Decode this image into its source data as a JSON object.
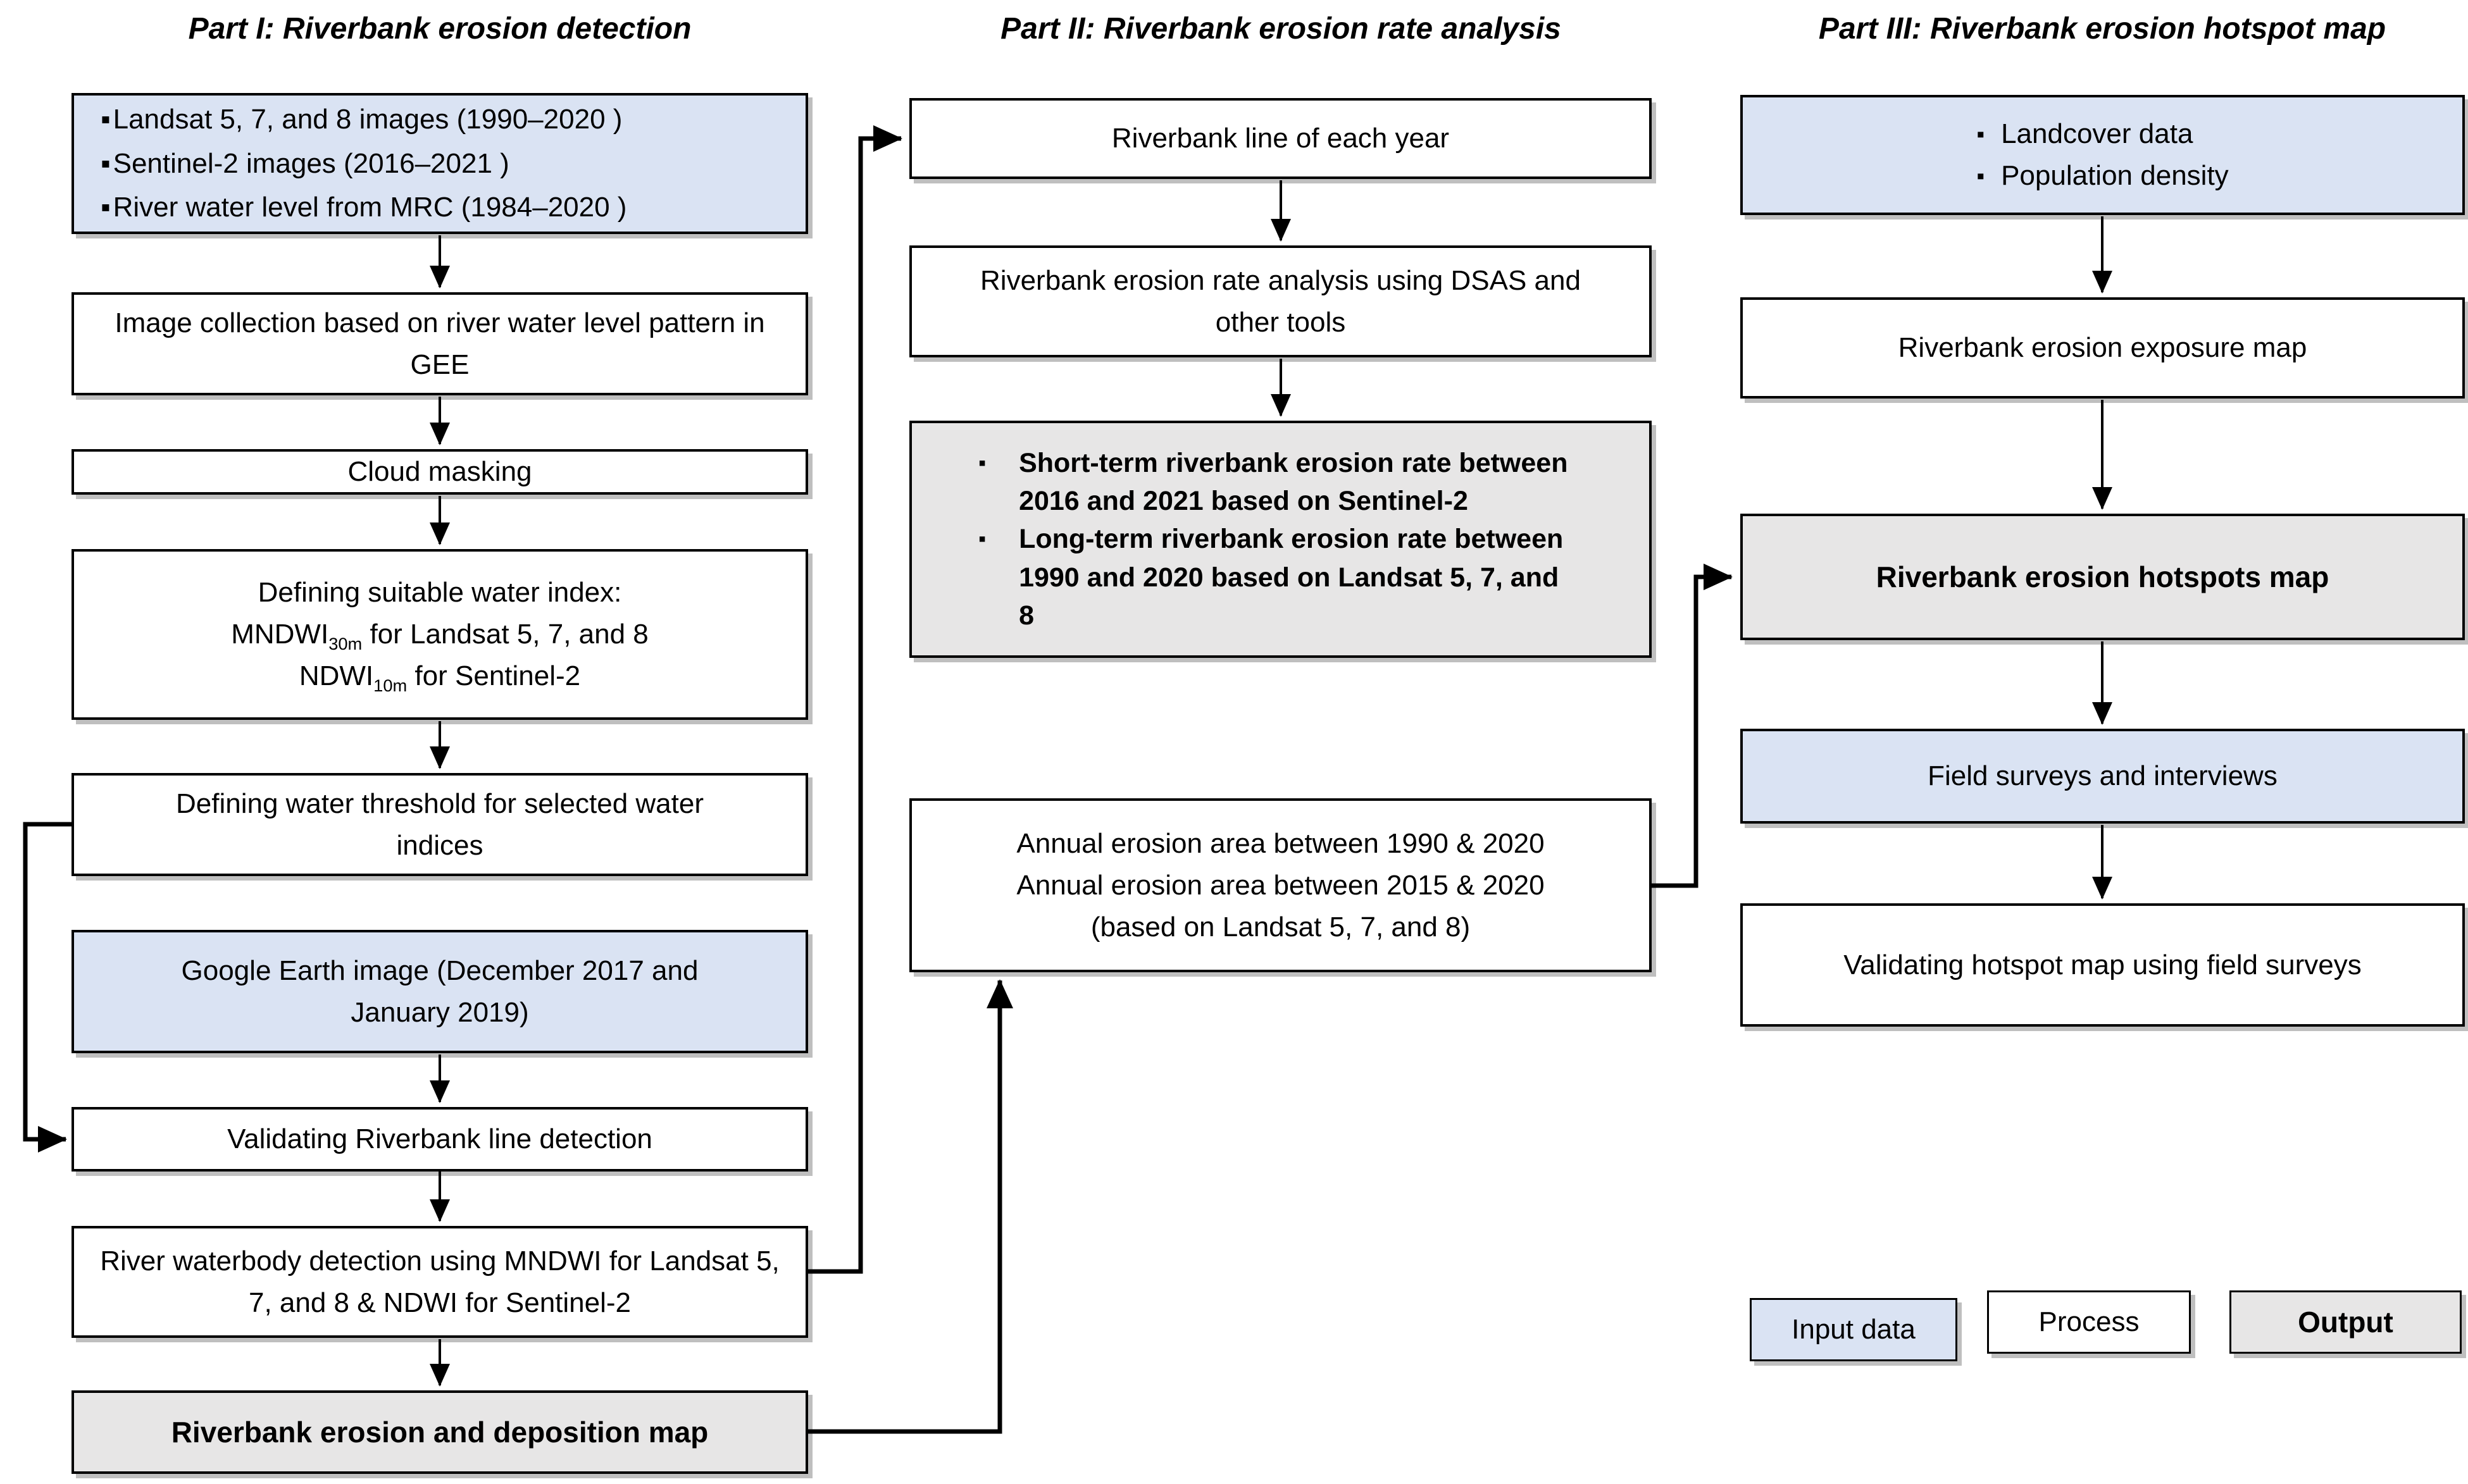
{
  "titles": {
    "part1": "Part I: Riverbank erosion detection",
    "part2": "Part II: Riverbank erosion rate analysis",
    "part3": "Part III: Riverbank erosion hotspot map"
  },
  "left": {
    "inputs": {
      "items": [
        "Landsat 5, 7, and 8 images (1990–2020 )",
        "Sentinel-2 images (2016–2021 )",
        "River water level from MRC (1984–2020 )"
      ]
    },
    "image_collection": "Image collection based on river water level pattern in GEE",
    "cloud_masking": "Cloud masking",
    "water_index": {
      "line1": "Defining suitable water index:",
      "line2_pre": "MNDWI",
      "line2_sub": "30m",
      "line2_post": " for Landsat 5, 7, and 8",
      "line3_pre": "NDWI",
      "line3_sub": "10m",
      "line3_post": " for Sentinel-2"
    },
    "water_threshold": "Defining water threshold for selected water indices",
    "google_earth": "Google Earth image (December 2017 and January 2019)",
    "validating_line": "Validating Riverbank line detection",
    "waterbody_detection": "River waterbody detection using MNDWI for Landsat 5, 7, and 8 & NDWI for Sentinel-2",
    "erosion_deposition_map": "Riverbank erosion and deposition map"
  },
  "middle": {
    "riverbank_line": "Riverbank line of each year",
    "rate_analysis": "Riverbank erosion rate analysis using DSAS and other tools",
    "rates": {
      "items": [
        "Short-term riverbank erosion rate between 2016 and 2021 based on Sentinel-2",
        "Long-term riverbank erosion rate between 1990 and 2020 based on Landsat 5, 7, and 8"
      ]
    },
    "annual_area": {
      "line1": "Annual erosion area between 1990 & 2020",
      "line2": "Annual erosion area between 2015 & 2020",
      "line3": "(based on Landsat 5, 7, and 8)"
    }
  },
  "right": {
    "inputs": {
      "items": [
        "Landcover data",
        "Population density"
      ]
    },
    "exposure_map": "Riverbank erosion exposure map",
    "hotspots_map": "Riverbank erosion hotspots map",
    "field_surveys": "Field surveys and interviews",
    "validating_hotspot": "Validating hotspot map using field surveys"
  },
  "legend": {
    "input": "Input data",
    "process": "Process",
    "output": "Output"
  },
  "icons": {
    "bullet": "▪"
  },
  "colors": {
    "input_fill": "#dae3f3",
    "process_fill": "#ffffff",
    "output_fill": "#e7e6e6",
    "border": "#000000"
  }
}
